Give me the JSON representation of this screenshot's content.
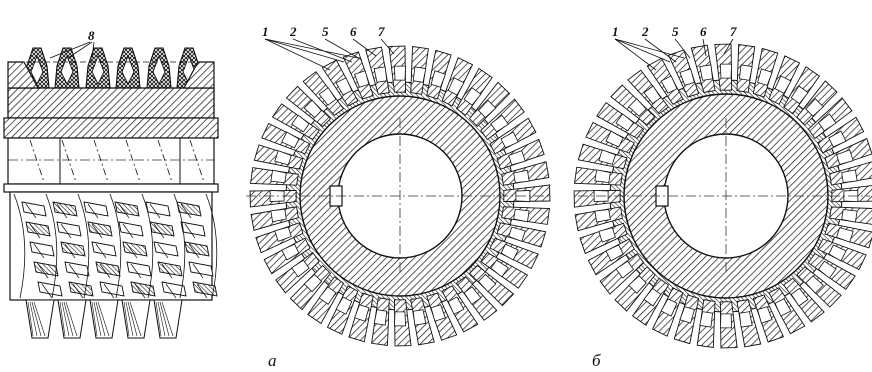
{
  "hob": {
    "label_top": "8"
  },
  "wheel_a": {
    "labels": [
      "1",
      "2",
      "5",
      "6",
      "7"
    ],
    "caption": "а"
  },
  "wheel_b": {
    "labels": [
      "1",
      "2",
      "5",
      "6",
      "7"
    ],
    "caption": "б"
  },
  "colors": {
    "ink": "#111111",
    "paper": "#ffffff"
  }
}
